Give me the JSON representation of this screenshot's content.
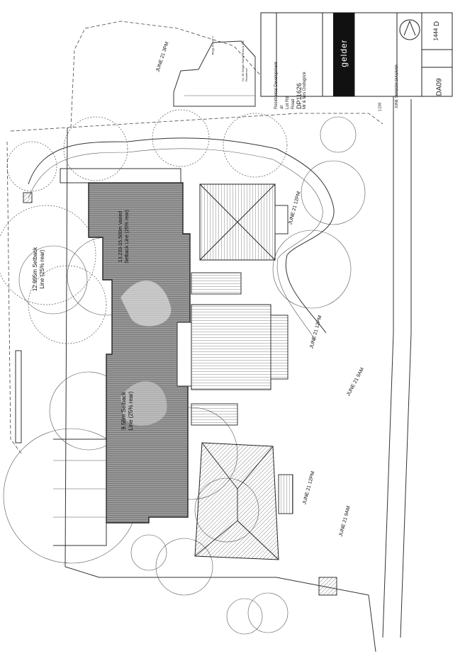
{
  "project": {
    "description_lines": [
      "Residential Development",
      "at",
      "Lot  Rd",
      "Road",
      "DP11626",
      "Mr & Mrs Dodsgrick"
    ],
    "drawing_title": "JUNE SHADOW DIAGRAM",
    "firm": "gelder",
    "job_no": "1444",
    "drawing_no": "DA09",
    "revision": "D",
    "scale": "1:200"
  },
  "labels": {
    "setback_top": "13.233-15.500m Varied",
    "setback_top_sub": "Setback Line (25% rear)",
    "setback_left": "12.995m Setback",
    "setback_left_sub": "Line (25% rear)",
    "setback_mid": "9.56m Setback",
    "setback_mid_sub": "Line (25% rear)",
    "shadow_3pm": "JUNE 21 3PM",
    "shadow_12pm_a": "JUNE 21 12PM",
    "shadow_12pm_b": "JUNE 21 12PM",
    "shadow_9am_a": "JUNE 21 9AM",
    "shadow_12pm_c": "JUNE 21 12PM",
    "shadow_9am_b": "JUNE 21 9AM",
    "neighbour": "No. 85 Single Storey Brick & Tile Residence",
    "ridge": "Ridge R.L 97.7"
  },
  "colors": {
    "shadow": "#8a8a8a",
    "line": "#333333"
  }
}
